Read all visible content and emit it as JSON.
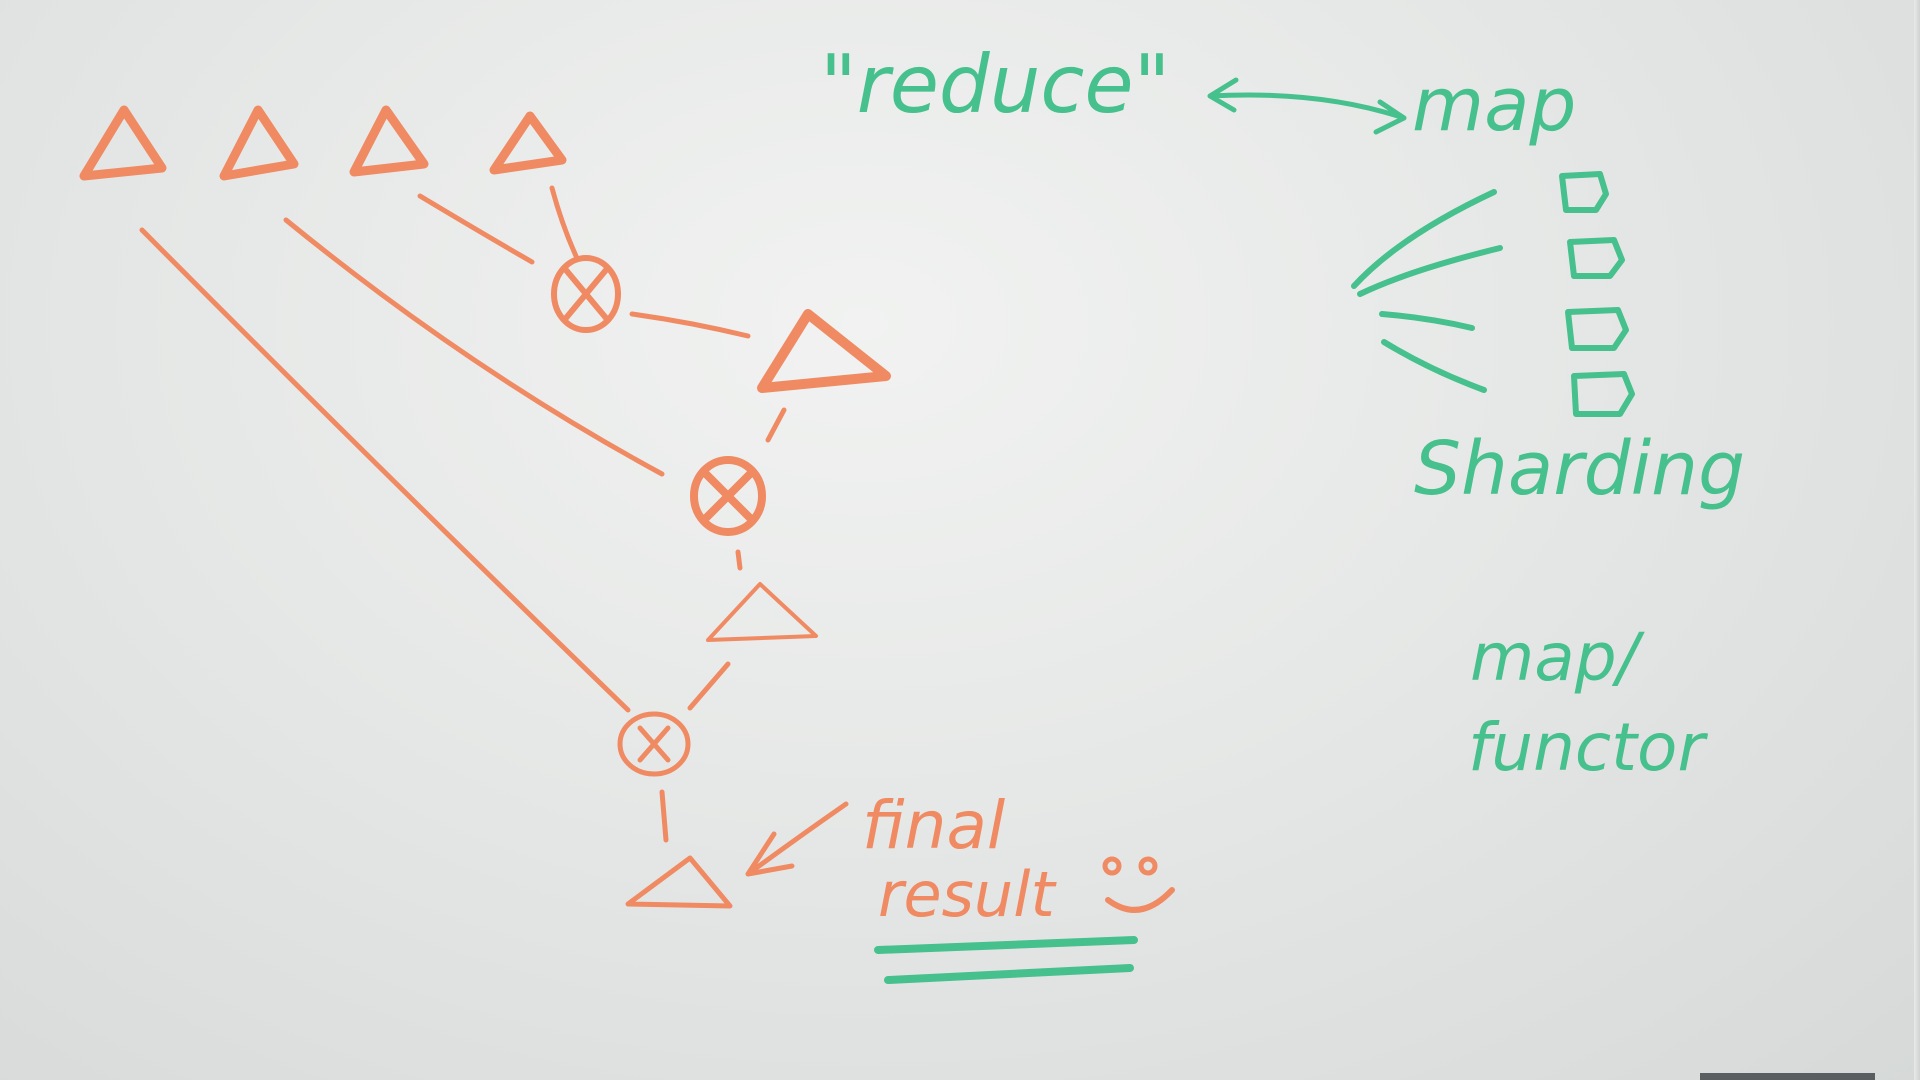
{
  "whiteboard": {
    "label_reduce": "\"reduce\"",
    "label_map": "map",
    "label_sharding": "Sharding",
    "label_map_functor_line1": "map/",
    "label_map_functor_line2": "functor",
    "label_final": "final",
    "label_result": "result",
    "marker_colors": {
      "orange": "#f08a62",
      "green": "#46c08c"
    }
  }
}
